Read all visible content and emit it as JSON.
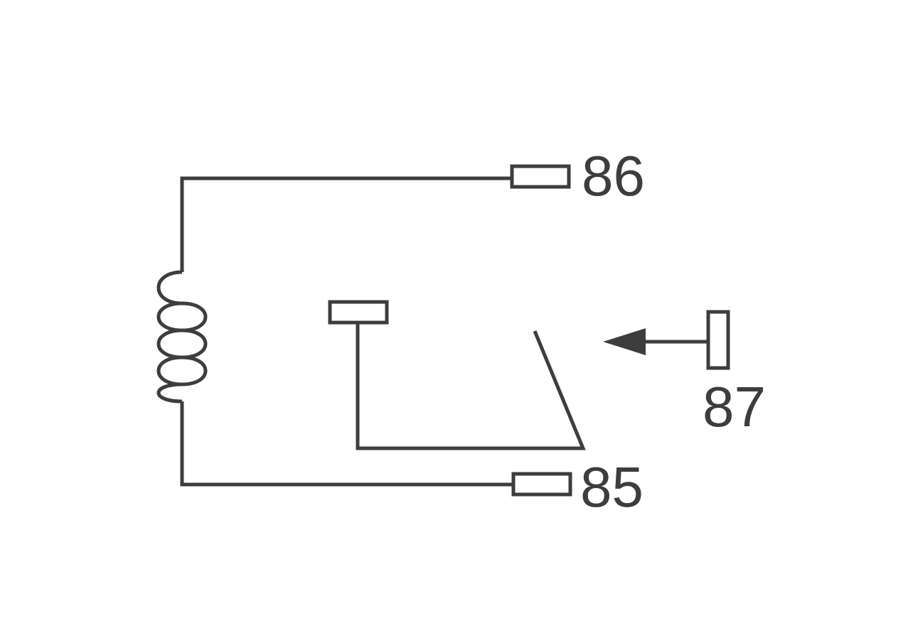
{
  "diagram": {
    "colors": {
      "line": "#3d3d3d",
      "background": "#ffffff"
    },
    "terminals": {
      "t86": {
        "label": "86"
      },
      "t85": {
        "label": "85"
      },
      "t87": {
        "label": "87"
      }
    },
    "icons": {
      "coil": "coil-icon",
      "switch": "switch-contact-icon",
      "arrow": "arrow-left-icon"
    }
  }
}
